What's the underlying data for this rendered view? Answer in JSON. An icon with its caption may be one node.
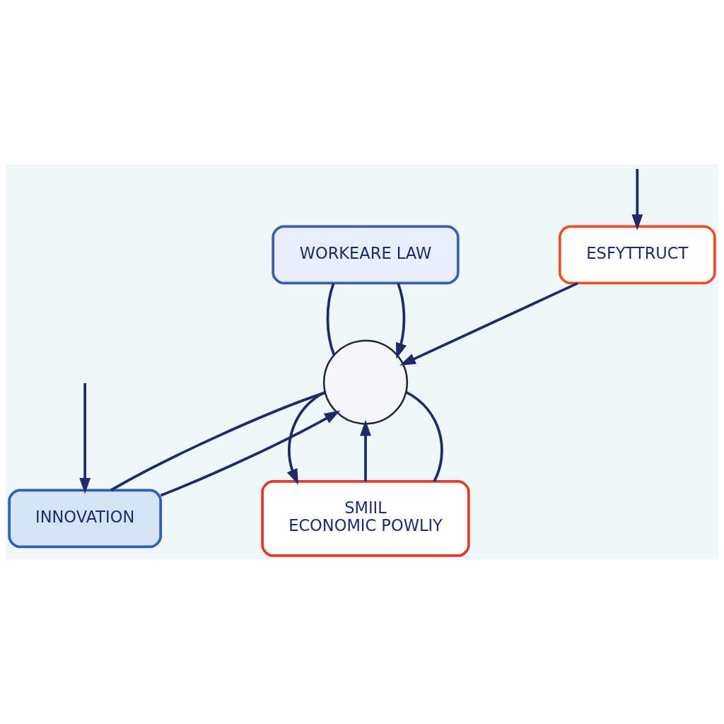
{
  "diagram": {
    "nodes": [
      {
        "text": [
          "WORKEARE LAW"
        ]
      },
      {
        "text": [
          "ESFYTTRUCT"
        ]
      },
      {
        "text": [],
        "shape": "circle"
      },
      {
        "text": [
          "INNOVATION"
        ]
      },
      {
        "text": [
          "SMIIL",
          "ECONOMIC POWLIY"
        ]
      }
    ],
    "edges": [
      {
        "from": 0,
        "to": 2,
        "arrow": "none"
      },
      {
        "from": null,
        "to": 1,
        "arrow": "to"
      },
      {
        "from": 0,
        "to": 2,
        "arrow": "to"
      },
      {
        "from": 1,
        "to": 2,
        "arrow": "to"
      },
      {
        "from": 2,
        "to": 3,
        "arrow": "none"
      },
      {
        "from": 2,
        "to": 4,
        "arrow": "to"
      },
      {
        "from": 3,
        "to": 2,
        "arrow": "to"
      },
      {
        "from": 4,
        "to": 2,
        "arrow": "to"
      },
      {
        "from": 2,
        "to": 4,
        "arrow": "none"
      },
      {
        "from": null,
        "to": 3,
        "arrow": "to"
      }
    ]
  }
}
